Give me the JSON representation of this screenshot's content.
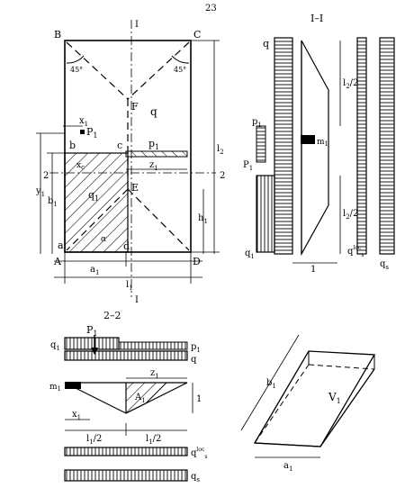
{
  "page": {
    "number": "23"
  },
  "plan": {
    "corners": {
      "B": "B",
      "C": "C",
      "A": "A",
      "D": "D"
    },
    "points": {
      "F": "F",
      "E": "E",
      "b": "b",
      "c": "c",
      "a": "a",
      "d": "d"
    },
    "angle_left": "45°",
    "angle_right": "45°",
    "load_q": "q",
    "P1": "P",
    "P1_sub": "1",
    "x1": "x",
    "x1_sub": "1",
    "p1": "p",
    "p1_sub": "1",
    "z1": "z",
    "z1_sub": "1",
    "q1": "q",
    "q1_sub": "1",
    "x_c": "x",
    "x_c_sub": "c",
    "y1": "y",
    "y1_sub": "1",
    "b1": "b",
    "b1_sub": "1",
    "h1": "h",
    "h1_sub": "1",
    "a1": "a",
    "a1_sub": "1",
    "l1": "l",
    "l1_sub": "1",
    "l2": "l",
    "l2_sub": "2",
    "alpha": "α",
    "section_I": "I",
    "section_2": "2"
  },
  "section_I_I": {
    "title": "I–I",
    "q": "q",
    "p1": "p",
    "p1_sub": "1",
    "P1": "P",
    "P1_sub": "1",
    "q1": "q",
    "q1_sub": "1",
    "m1": "m",
    "m1_sub": "1",
    "l2_half": "l",
    "l2_sub": "2",
    "half": "/2",
    "one": "1",
    "q_s_loc": "q",
    "q_s_loc_sub": "loc",
    "q_s_loc_sub2": "s",
    "q_s": "q",
    "q_s_sub": "s"
  },
  "section_2_2": {
    "title": "2–2",
    "P1": "P",
    "P1_sub": "1",
    "q1": "q",
    "q1_sub": "1",
    "p1": "p",
    "p1_sub": "1",
    "q": "q",
    "z1": "z",
    "z1_sub": "1",
    "m1": "m",
    "m1_sub": "1",
    "A1": "A",
    "A1_sub": "1",
    "one": "1",
    "x1": "x",
    "x1_sub": "1",
    "l1_half_left": "l",
    "l1_half_right": "l",
    "l1_sub": "1",
    "half": "/2",
    "q_s_loc": "q",
    "q_s_loc_sup": "loc",
    "q_s_loc_sub": "s",
    "q_s": "q",
    "q_s_sub": "s"
  },
  "volume": {
    "V1": "V",
    "V1_sub": "1",
    "b1": "b",
    "b1_sub": "1",
    "a1": "a",
    "a1_sub": "1"
  }
}
